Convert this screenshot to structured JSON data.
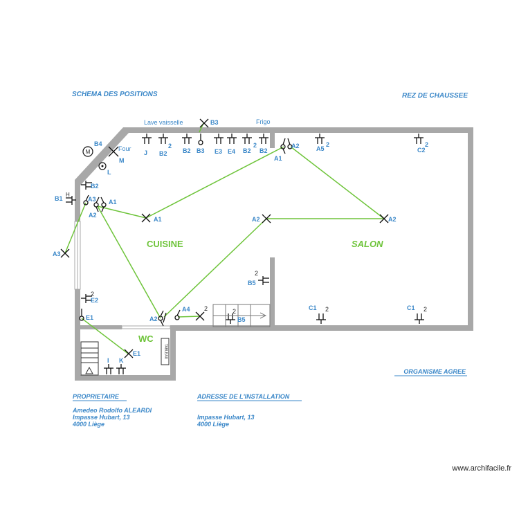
{
  "header": {
    "left_title": "SCHEMA DES POSITIONS",
    "right_title": "REZ DE CHAUSSEE"
  },
  "rooms": {
    "cuisine": "CUISINE",
    "salon": "SALON",
    "wc": "WC"
  },
  "appliances": {
    "lave_vaisselle": "Lave vaisselle",
    "frigo": "Frigo",
    "four": "Four",
    "tableau": "TABLEAU"
  },
  "labels": {
    "B3_top": "B3",
    "J": "J",
    "B2_a": "B2",
    "B2_b": "B2",
    "B3_b": "B3",
    "E3": "E3",
    "E4": "E4",
    "B2_c": "B2",
    "B2_d": "B2",
    "A1_door": "A1",
    "A2_door": "A2",
    "A5": "A5",
    "C2": "C2",
    "B4": "B4",
    "M_motor": "M",
    "M": "M",
    "L": "L",
    "B2_left": "B2",
    "H": "H",
    "B1": "B1",
    "A3": "A3",
    "A1_sw": "A1",
    "A2_sw": "A2",
    "A1_light": "A1",
    "A2_l1": "A2",
    "A2_l2": "A2",
    "A3_light": "A3",
    "B5_top": "B5",
    "B5_bottom": "B5",
    "E2": "E2",
    "E1_sw": "E1",
    "E1_light": "E1",
    "A2_bottom": "A2",
    "A4": "A4",
    "C1_a": "C1",
    "C1_b": "C1",
    "I": "I",
    "K": "K"
  },
  "superscripts": {
    "two": "2"
  },
  "owner": {
    "heading": "PROPRIETAIRE",
    "name": "Amedeo Rodolfo ALEARDI",
    "street": "Impasse Hubart, 13",
    "city": "4000 Liège"
  },
  "installation": {
    "heading": "ADRESSE DE L'INSTALLATION",
    "street": "Impasse Hubart, 13",
    "city": "4000 Liège"
  },
  "organisme": "ORGANISME AGREE",
  "watermark": "www.archifacile.fr",
  "colors": {
    "wall": "#a8a8a8",
    "wire": "#6ec43a",
    "label": "#3a87c8",
    "symbol": "#111111"
  }
}
